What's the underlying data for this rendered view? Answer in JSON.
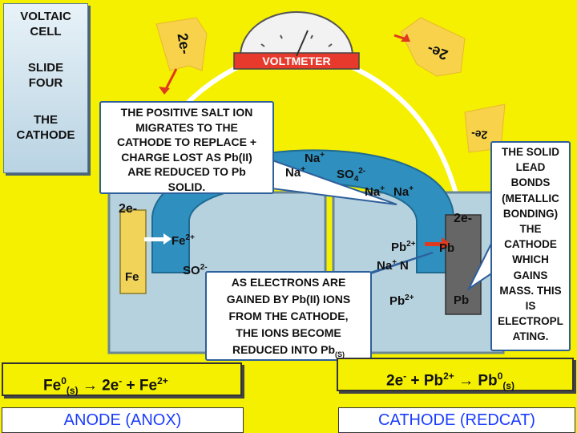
{
  "side": {
    "line1": "VOLTAIC",
    "line2": "CELL",
    "line3": "SLIDE",
    "line4": "FOUR",
    "line5": "THE",
    "line6": "CATHODE"
  },
  "voltmeter": {
    "label": "VOLTMETER"
  },
  "electron_labels": {
    "top_left": "2e-",
    "top_right": "2e-",
    "mid_right": "2e-",
    "left_wire": "2e-",
    "right_wire": "2e-"
  },
  "callouts": {
    "salt_ion": [
      "THE POSITIVE SALT ION",
      "MIGRATES TO THE",
      "CATHODE TO REPLACE +",
      "CHARGE LOST AS Pb(II)",
      "ARE REDUCED TO Pb",
      "SOLID."
    ],
    "electrons": [
      "AS ELECTRONS ARE",
      "GAINED BY Pb(II) IONS",
      "FROM THE CATHODE,",
      "THE IONS BECOME",
      "REDUCED INTO Pb"
    ],
    "electrons_sub": "(S)",
    "solid_lead": [
      "THE SOLID",
      "LEAD",
      "BONDS",
      "(METALLIC",
      "BONDING)",
      "THE",
      "CATHODE",
      "WHICH",
      "GAINS",
      "MASS.  THIS",
      "IS",
      "ELECTROPL",
      "ATING."
    ]
  },
  "salt_bridge_ions": {
    "na1": "Na",
    "na2": "Na",
    "so4": "SO",
    "so4_sub": "4",
    "so4_sup": "2-",
    "na3": "Na",
    "na4": "Na",
    "plus": "+"
  },
  "left_beaker": {
    "metal": "Fe",
    "ion": "Fe",
    "ion_sup": "2+",
    "anion": "SO",
    "anion_sup": "2-"
  },
  "right_beaker": {
    "metal": "Pb",
    "ion1": "Pb",
    "ion1_sup": "2+",
    "metal_label": "Pb",
    "ion2": "Pb",
    "ion2_sup": "2+",
    "na": "Na",
    "na_sup": "+"
  },
  "equations": {
    "anode": {
      "a": "Fe",
      "a_sup": "0",
      "a_sub": "(s)",
      "b": "2e",
      "b_sup": "-",
      "plus": "+",
      "c": "Fe",
      "c_sup": "2+"
    },
    "cathode": {
      "a": "2e",
      "a_sup": "-",
      "plus": "+",
      "b": "Pb",
      "b_sup": "2+",
      "c": "Pb",
      "c_sup": "0",
      "c_sub": "(s)"
    }
  },
  "labels": {
    "anode": "ANODE (ANOX)",
    "cathode": "CATHODE (REDCAT)"
  },
  "colors": {
    "background": "#f5f000",
    "beaker": "#b7d2df",
    "bridge": "#2f8fbf",
    "wire": "#ffffff",
    "arrow_fill": "#f7d24a",
    "arrow_stroke": "#e03a1e",
    "voltmeter": "#e83a2c",
    "text_blue": "#1a3cff"
  }
}
